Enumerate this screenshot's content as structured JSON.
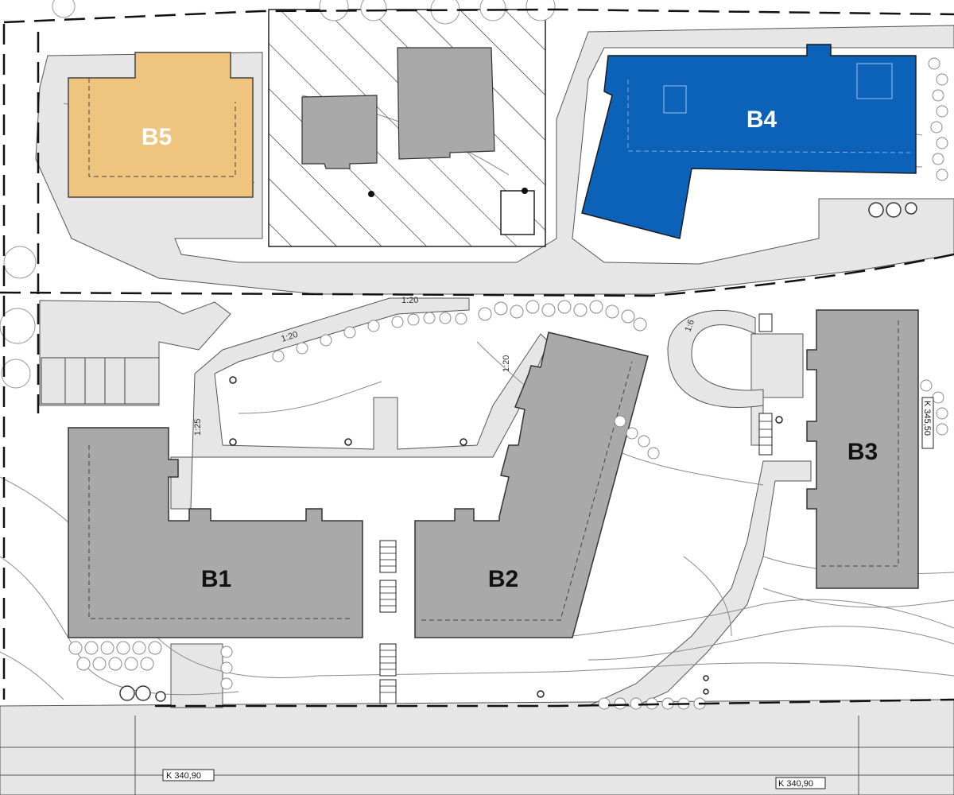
{
  "colors": {
    "b5": "#EFC47E",
    "b4": "#0B62B8",
    "existing": "#A9A9A9",
    "paving": "#E6E6E6",
    "line": "#333333"
  },
  "buildings": {
    "b1": "B1",
    "b2": "B2",
    "b3": "B3",
    "b4": "B4",
    "b5": "B5"
  },
  "slopes": {
    "ramp_top": "1:20",
    "ramp_mid": "1:20",
    "ramp_right": "1:20",
    "ramp_left": "1:25",
    "ramp_loop": "1:6"
  },
  "elevations": {
    "elev_left": "K 340,90",
    "elev_right": "K 340,90",
    "elev_vertical": "K 345,50"
  }
}
